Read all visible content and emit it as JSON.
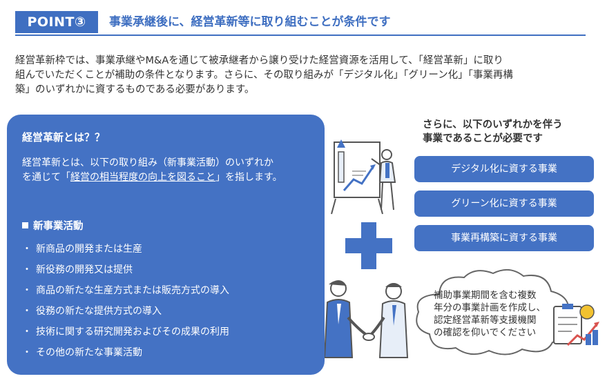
{
  "header": {
    "badge": "POINT③",
    "title": "事業承継後に、経営革新等に取り組むことが条件です"
  },
  "intro": {
    "lines": [
      "経営革新枠では、事業承継やM&Aを通じて被承継者から譲り受けた経営資源を活用して、「経営革新」に取り",
      "組んでいただくことが補助の条件となります。さらに、その取り組みが「デジタル化」「グリーン化」「事業再構",
      "築」のいずれかに資するものである必要があります。"
    ]
  },
  "card": {
    "heading": "経営革新とは？？",
    "def_line1": "経営革新とは、以下の取り組み（新事業活動）のいずれか",
    "def_line2_pre": "を通じて「",
    "def_line2_underline": "経営の相当程度の向上を図ること",
    "def_line2_post": "」を指します。",
    "subheading": "新事業活動",
    "bullet": "・",
    "items": [
      "新商品の開発または生産",
      "新役務の開発又は提供",
      "商品の新たな生産方式または販売方式の導入",
      "役務の新たな提供方式の導入",
      "技術に関する研究開発およびその成果の利用",
      "その他の新たな事業活動"
    ]
  },
  "right": {
    "title_line1": "さらに、以下のいずれかを伴う",
    "title_line2": "事業であることが必要です",
    "pills": [
      "デジタル化に資する事業",
      "グリーン化に資する事業",
      "事業再構築に資する事業"
    ],
    "cloud_lines": [
      "補助事業期間を含む複数",
      "年分の事業計画を作成し、",
      "認定経営革新等支援機関",
      "の確認を仰いでください"
    ]
  },
  "colors": {
    "accent": "#4472c4",
    "header": "#3f6fc1"
  },
  "icons": [
    "presentation-chart-icon",
    "plus-icon",
    "handshake-icon",
    "report-clipboard-icon"
  ]
}
